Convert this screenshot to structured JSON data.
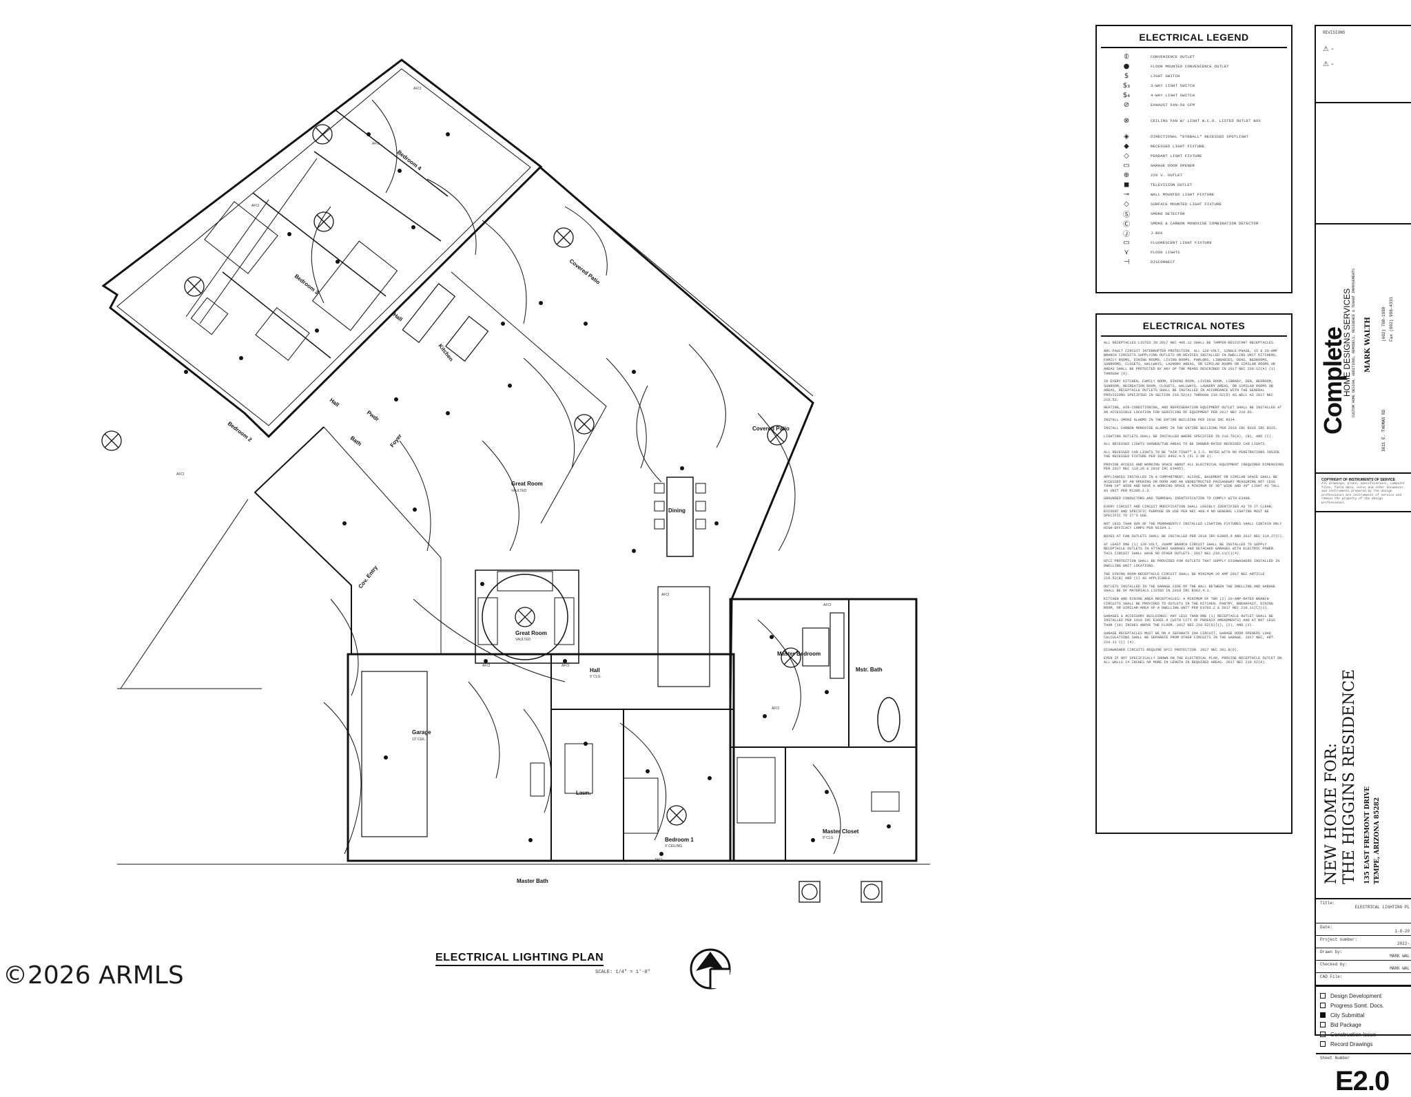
{
  "watermark": "©2026 ARMLS",
  "plan": {
    "title": "ELECTRICAL LIGHTING PLAN",
    "scale": "SCALE: 1/4\" = 1'-0\"",
    "afci": "AFCI",
    "rooms": {
      "bedroom4": "Bedroom 4",
      "bedroom3": "Bedroom 3",
      "bedroom2": "Bedroom 2",
      "hall_a": "Hall",
      "hall_b": "Hall",
      "hall_c": "Hall",
      "kitchen": "Kitchen",
      "covered_patio_a": "Covered Patio",
      "covered_patio_b": "Covered Patio",
      "great_room": "Great Room",
      "great_room_b": "Great Room",
      "dining": "Dining",
      "foyer": "Foyer",
      "pwdr": "Pwdr",
      "bath": "Bath",
      "cov_entry": "Cov. Entry",
      "garage": "Garage",
      "laun": "Laun.",
      "bedroom1": "Bedroom 1",
      "master_bedroom": "Master Bedroom",
      "mstr_bath": "Mstr. Bath",
      "master_closet": "Master Closet",
      "master_bath": "Master Bath"
    },
    "room_subs": {
      "ceil9": "9' CLG.",
      "vaulted": "VAULTED",
      "ceil10": "10' CEIL.",
      "ceil_slope": "9' CEILING"
    }
  },
  "legend": {
    "title": "ELECTRICAL LEGEND",
    "items": [
      {
        "sym": "⦶",
        "text": "CONVENIENCE OUTLET"
      },
      {
        "sym": "●",
        "text": "FLOOR MOUNTED CONVENIENCE OUTLET"
      },
      {
        "sym": "$",
        "text": "LIGHT SWITCH"
      },
      {
        "sym": "$₃",
        "text": "3-WAY LIGHT SWITCH"
      },
      {
        "sym": "$₄",
        "text": "4-WAY LIGHT SWITCH"
      },
      {
        "sym": "⊘",
        "text": "EXHAUST FAN-50 cfm"
      },
      {
        "sym": "⊗",
        "text": "CEILING FAN W/ LIGHT W.C.O. LISTED OUTLET BOX"
      },
      {
        "sym": "◈",
        "text": "DIRECTIONAL \"EYEBALL\" RECESSED SPOTLIGHT"
      },
      {
        "sym": "◆",
        "text": "RECESSED LIGHT FIXTURE"
      },
      {
        "sym": "◇",
        "text": "PENDANT LIGHT FIXTURE"
      },
      {
        "sym": "▭",
        "text": "GARAGE DOOR OPENER"
      },
      {
        "sym": "⊕",
        "text": "220 V. OUTLET"
      },
      {
        "sym": "◼",
        "text": "TELEVISION OUTLET"
      },
      {
        "sym": "⊸",
        "text": "WALL MOUNTED LIGHT FIXTURE"
      },
      {
        "sym": "◇",
        "text": "SURFACE MOUNTED LIGHT FIXTURE"
      },
      {
        "sym": "Ⓢ",
        "text": "SMOKE DETECTOR"
      },
      {
        "sym": "Ⓒ",
        "text": "SMOKE & CARBON MONOXIDE COMBINATION DETECTOR"
      },
      {
        "sym": "Ⓙ",
        "text": "J-BOX"
      },
      {
        "sym": "▭",
        "text": "FLUORESCENT LIGHT FIXTURE"
      },
      {
        "sym": "⋎",
        "text": "FLOOD LIGHTS"
      },
      {
        "sym": "⊣",
        "text": "DISCONNECT"
      }
    ]
  },
  "notes": {
    "title": "ELECTRICAL NOTES",
    "items": [
      "ALL RECEPTACLES LISTED IN 2017 NEC 406.12 SHALL BE TAMPER-RESISTANT RECEPTACLES.",
      "ARC-FAULT CIRCUIT INTERRUPTER PROTECTION. ALL 120-VOLT, SINGLE-PHASE, 15 & 20-AMP BRANCH CIRCUITS SUPPLYING OUTLETS OR DEVICES INSTALLED IN DWELLING UNIT KITCHENS, FAMILY ROOMS, DINING ROOMS, LIVING ROOMS, PARLORS, LIBRARIES, DENS, BEDROOMS, SUNROOMS, CLOSETS, HALLWAYS, LAUNDRY AREAS, OR SIMILAR ROOMS OR SIMILAR ROOMS OR AREAS SHALL BE PROTECTED BY ANY OF THE MEANS DESCRIBED IN 2017 NEC 210.12(A) (1) THROUGH (6).",
      "IN EVERY KITCHEN, FAMILY ROOM, DINING ROOM, LIVING ROOM, LIBRARY, DEN, BEDROOM, SUNROOM, RECREATION ROOM, CLOSETS, HALLWAYS, LAUNDRY AREAS, OR SIMILAR ROOMS OR AREAS, RECEPTACLE OUTLETS SHALL BE INSTALLED IN ACCORDANCE WITH THE GENERAL PROVISIONS SPECIFIED IN SECTION 210.52(A) THROUGH 210.52(D) AS WELL AS 2017 NEC 210.52.",
      "HEATING, AIR-CONDITIONING, AND REFRIGERATION EQUIPMENT OUTLET SHALL BE INSTALLED AT AN ACCESSIBLE LOCATION FOR SERVICING OF EQUIPMENT PER 2017 NEC 210.63.",
      "INSTALL SMOKE ALARMS IN THE ENTIRE BUILDING PER 2018 IRC R314.",
      "INSTALL CARBON MONOXIDE ALARMS IN THE ENTIRE BUILDING PER 2018 IRC R315 IRC R315.",
      "LIGHTING OUTLETS SHALL BE INSTALLED WHERE SPECIFIED IN 210.70(A), (B), AND (C).",
      "ALL RECESSED LIGHTS SHOWER/TUB AREAS TO BE SHOWER-RATED RECESSED CAN LIGHTS.",
      "ALL RECESSED CAN LIGHTS TO BE \"AIR-TIGHT\" & I.C. RATED WITH NO PENETRATIONS INSIDE THE RECESSED FIXTURE PER IECC R402.4.5 (FL 2 OR 3).",
      "PROVIDE ACCESS AND WORKING SPACE ABOUT ALL ELECTRICAL EQUIPMENT (REQUIRED DIMENSIONS PER 2017 NEC 110.26 & 2018 IRC E3405).",
      "APPLIANCES INSTALLED IN A COMPARTMENT, ALCOVE, BASEMENT OR SIMILAR SPACE SHALL BE ACCESSED BY AN OPENING OR DOOR AND AN UNOBSTRUCTED PASSAGEWAY MEASURING NOT LESS THAN 24\" WIDE AND HAVE A WORKING SPACE A MINIMUM OF 30\" WIDE AND 30\" LIGHT AS TALL AS UNIT PER M1305.1.3.",
      "GROUNDED CONDUCTORS AND TERMINAL IDENTIFICATION TO COMPLY WITH E3408.",
      "EVERY CIRCUIT AND CIRCUIT MODIFICATION SHALL LEGIBLY IDENTIFIED AS TO IT CLEAR, EVIDENT AND SPECIFIC PURPOSE OR USE PER NEC 408.4 NO GENERAL LIGHTING MUST BE SPECIFIC TO IT'S USE.",
      "NOT LESS THAN 90% OF THE PERMANENTLY INSTALLED LIGHTING FIXTURES SHALL CONTAIN ONLY HIGH-EFFICACY LAMPS PER N1104.1.",
      "BOXES AT FAN OUTLETS SHALL BE INSTALLED PER 2018 IRC E3905.9 AND 2017 NEC 314.27(C).",
      "AT LEAST ONE (1) 120-VOLT, 20AMP BRANCH CIRCUIT SHALL BE INSTALLED TO SUPPLY RECEPTACLE OUTLETS IN ATTACHED GARAGES AND DETACHED GARAGES WITH ELECTRIC POWER. THIS CIRCUIT SHALL HAVE NO OTHER OUTLETS. 2017 NEC 210.11(C)(4).",
      "GFCI PROTECTION SHALL BE PROVIDED FOR OUTLETS THAT SUPPLY DISHWASHERS INSTALLED IN DWELLING UNIT LOCATIONS.",
      "THE DINING ROOM RECEPTACLE CIRCUIT SHALL BE MINIMUM 20 AMP 2017 NEC ARTICLE 210.52(B) AND (C) AS APPLICABLE.",
      "OUTLETS INSTALLED IN THE GARAGE SIDE OF THE WALL BETWEEN THE DWELLING AND GARAGE SHALL BE OF MATERIALS LISTED IN 2018 IRC R302.4.1.",
      "KITCHEN AND DINING AREA RECEPTACLES: A MINIMUM OF TWO (2) 20-AMP-RATED BRANCH CIRCUITS SHALL BE PROVIDED TO OUTLETS IN THE KITCHEN, PANTRY, BREAKFAST, DINING ROOM, OR SIMILAR AREA OF A DWELLING UNIT PER E3703.2 & 2017 NEC 210.11(C)(1).",
      "GARAGES & ACCESSORY BUILDINGS: ANY LESS THAN ONE (1) RECEPTACLE OUTLET SHALL BE INSTALLED PER 2018 IRC E3901.9 (WITH CITY OF PHOENIX AMENDMENTS) AND AT NOT LESS THAN (18) INCHES ABOVE THE FLOOR. 2017 NEC 210.52(G)(1), (2), AND (3).",
      "GARAGE RECEPTACLES MUST BE ON A SEPARATE 20A CIRCUIT, GARAGE DOOR OPENERS LOAD CALCULATIONS SHALL BE SEPARATE FROM OTHER CIRCUITS IN THE GARAGE. 2017 NEC, ART. 210.11 (C) (4).",
      "DISHWASHER CIRCUITS REQUIRE GFCI PROTECTION. 2017 NEC 201.8(D).",
      "EVEN IF NOT SPECIFICALLY SHOWN ON THE ELECTRICAL PLAN, PROVIDE RECEPTACLE OUTLET ON ALL WALLS 24 INCHES OR MORE IN LENGTH IN REQUIRED AREAS. 2017 NEC 210.52(A)."
    ]
  },
  "titleblock": {
    "revisions_label": "REVISIONS",
    "rev1": "⚠ -",
    "rev2": "⚠ -",
    "company_name": "Complete",
    "company_tag": "HOME DESIGNS SERVICES",
    "company_desc": "CUSTOM HOME DESIGN, ADDITIONS, REMODELS, RESIDENCE & TENANT IMPROVEMENTS",
    "designer": "MARK WALTH",
    "phone1": "(602) 768-1999",
    "phone2": "Fax (602) 996-4331",
    "address": "3611 E. THOMAS RD",
    "copyright_h": "COPYRIGHT OF INSTRUMENTS OF SERVICE",
    "copyright_t": "All drawings, plans, specifications, computer files, field data, notes and other documents and instruments prepared by the design professional are instruments of service and remain the property of the design professional.",
    "project_line1": "NEW HOME FOR:",
    "project_line2": "THE HIGGINS RESIDENCE",
    "project_addr1": "135 EAST FREMONT DRIVE",
    "project_addr2": "TEMPE, ARIZONA 85282",
    "fields": [
      {
        "k": "Title:",
        "v": "ELECTRICAL LIGHTING PL"
      },
      {
        "k": "Date:",
        "v": "1-8-20"
      },
      {
        "k": "Project number:",
        "v": "2022-"
      },
      {
        "k": "Drawn by:",
        "v": "MARK WAL"
      },
      {
        "k": "Checked by:",
        "v": "MARK WAL"
      },
      {
        "k": "CAD File:",
        "v": ""
      }
    ],
    "status": [
      {
        "label": "Design Development",
        "on": false
      },
      {
        "label": "Progress Somt. Docs.",
        "on": false
      },
      {
        "label": "City Submittal",
        "on": true
      },
      {
        "label": "Bid Package",
        "on": false
      },
      {
        "label": "Construction Issue",
        "on": false
      },
      {
        "label": "Record Drawings",
        "on": false
      }
    ],
    "sheet_number_label": "Sheet Number",
    "sheet_number": "E2.0"
  }
}
